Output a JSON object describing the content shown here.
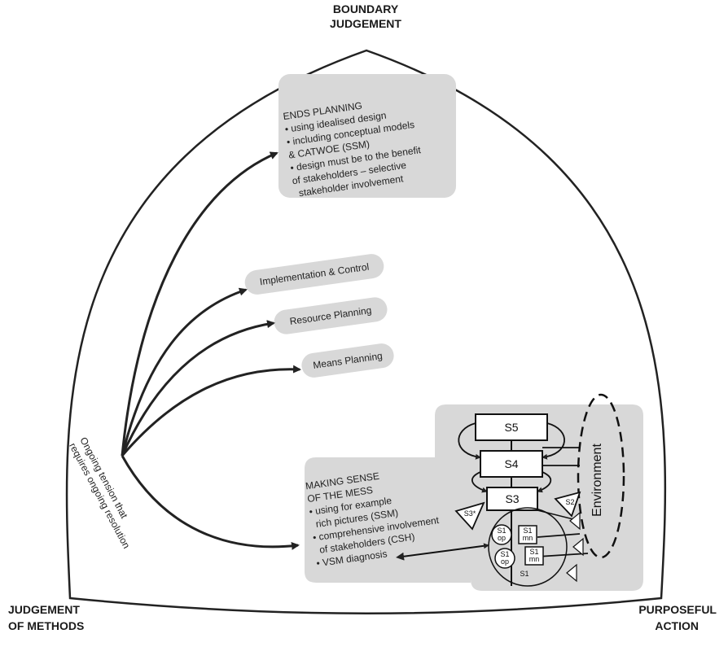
{
  "corners": {
    "top_line1": "BOUNDARY",
    "top_line2": "JUDGEMENT",
    "left_line1": "JUDGEMENT",
    "left_line2": "OF METHODS",
    "right_line1": "PURPOSEFUL",
    "right_line2": "ACTION"
  },
  "ends_planning": {
    "title": "ENDS PLANNING",
    "lines": [
      "• using idealised design",
      "• including conceptual models",
      "& CATWOE (SSM)",
      "• design must be to the benefit",
      "of stakeholders – selective",
      "stakeholder involvement"
    ]
  },
  "pills": {
    "implementation": "Implementation & Control",
    "resource": "Resource Planning",
    "means": "Means Planning"
  },
  "making_sense": {
    "title_line1": "MAKING SENSE",
    "title_line2": "OF THE MESS",
    "lines": [
      "• using  for example",
      "rich pictures (SSM)",
      "• comprehensive involvement",
      "of stakeholders (CSH)",
      "• VSM diagnosis"
    ]
  },
  "tension": {
    "line1": "Ongoing tension that",
    "line2": "requires ongoing resolution"
  },
  "vsm": {
    "s5": "S5",
    "s4": "S4",
    "s3": "S3",
    "s2": "S2",
    "s3star": "S3*",
    "s1_label": "S1",
    "s1_op_top": "S1",
    "op_top": "op",
    "s1_mn_top": "S1",
    "mn_top": "mn",
    "s1_op_bottom": "S1",
    "op_bottom": "op",
    "s1_mn_bottom": "S1",
    "mn_bottom": "mn",
    "environment": "Environment"
  }
}
